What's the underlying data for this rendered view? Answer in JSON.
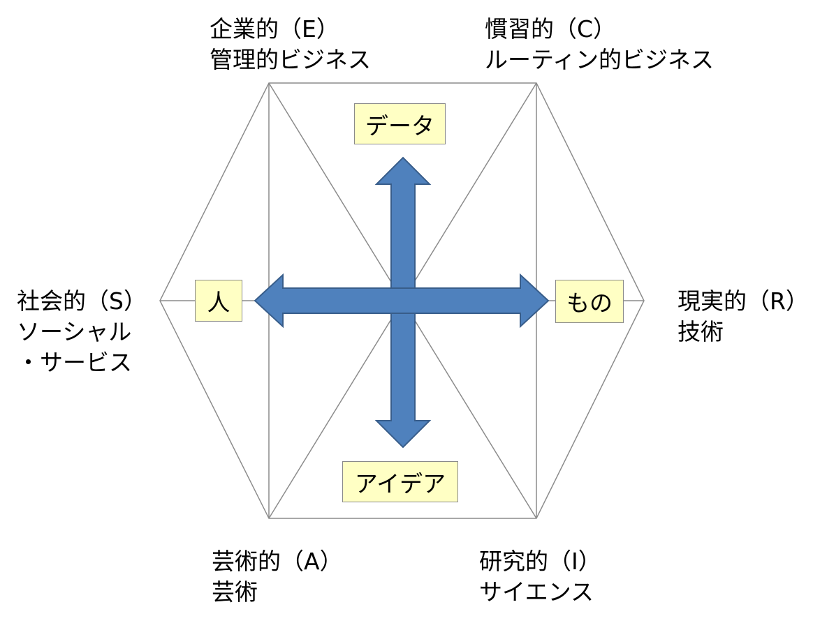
{
  "colors": {
    "arrow_fill": "#4F81BD",
    "arrow_stroke": "#385D8A",
    "box_fill": "#FFFFC4",
    "line": "#8C8C8C"
  },
  "types": {
    "E": {
      "line1": "企業的（E）",
      "line2": "管理的ビジネス"
    },
    "C": {
      "line1": "慣習的（C）",
      "line2": "ルーティン的ビジネス"
    },
    "S": {
      "line1": "社会的（S）",
      "line2": "ソーシャル",
      "line3": "・サービス"
    },
    "R": {
      "line1": "現実的（R）",
      "line2": "技術"
    },
    "A": {
      "line1": "芸術的（A）",
      "line2": "芸術"
    },
    "I": {
      "line1": "研究的（I）",
      "line2": "サイエンス"
    }
  },
  "axes": {
    "top": "データ",
    "left": "人",
    "right": "もの",
    "bottom": "アイデア"
  }
}
